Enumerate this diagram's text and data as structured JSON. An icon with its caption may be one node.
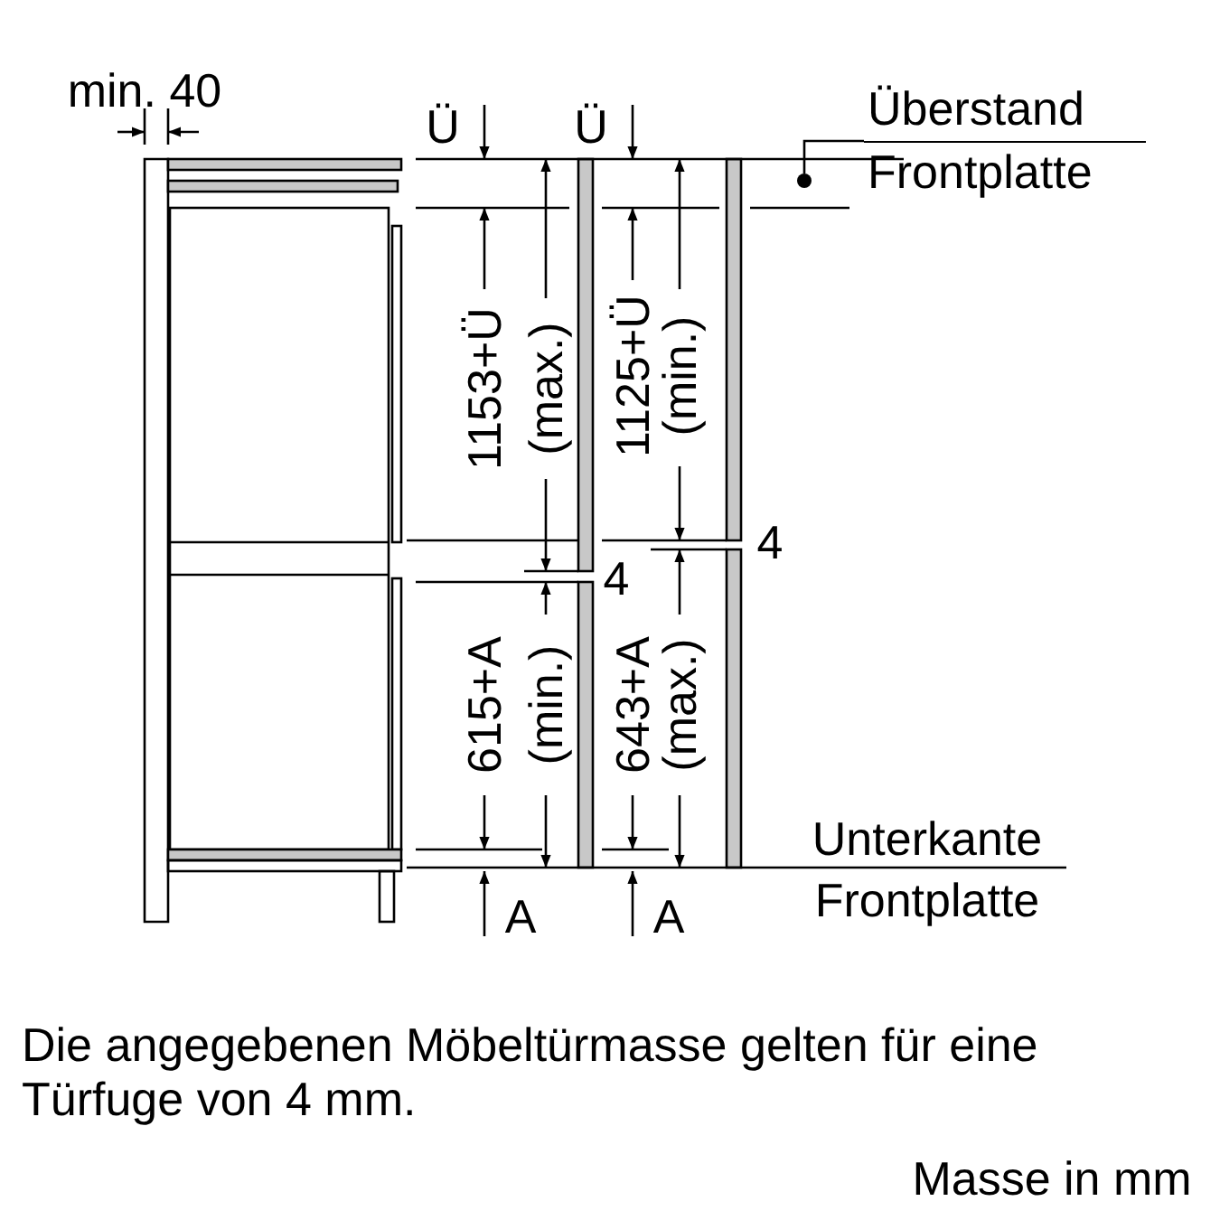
{
  "diagram": {
    "caption": "Die angegebenen Möbeltürmasse gelten für eine Türfuge von 4 mm.",
    "nodes": [
      {
        "text": [
          "Überstand",
          "Frontplatte"
        ]
      },
      {
        "text": [],
        "shape": "circle"
      }
    ],
    "edges": [
      {
        "from": 0,
        "to": 1,
        "arrow": "none"
      }
    ],
    "labels": [
      "min. 40",
      "Ü",
      "Ü",
      "1153+Ü",
      "(max.)",
      "1125+Ü",
      "(min.)",
      "4",
      "4",
      "615+A",
      "(min.)",
      "643+A",
      "(max.)",
      "Unterkante",
      "A",
      "A",
      "Frontplatte",
      "Masse in mm"
    ]
  }
}
